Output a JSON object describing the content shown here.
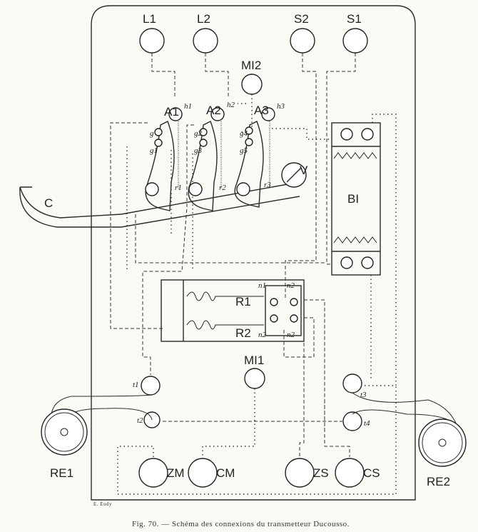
{
  "figure": {
    "caption": "Fig. 70. — Schéma des connexions du transmetteur Ducousso.",
    "signature": "E. Eudy"
  },
  "terminals_top": [
    "L1",
    "L2",
    "S2",
    "S1"
  ],
  "mi": {
    "top": "MI2",
    "bottom": "MI1"
  },
  "levers": {
    "armatures": [
      "A1",
      "A2",
      "A3"
    ],
    "screws": [
      "h1",
      "h2",
      "h3"
    ],
    "contacts": [
      "g",
      "g1",
      "g2",
      "g3",
      "g4",
      "g5"
    ],
    "springs": [
      "r1",
      "r2",
      "r3"
    ],
    "pivot": "V",
    "crank": "C"
  },
  "bi_block": "BI",
  "relay": {
    "coils": [
      "R1",
      "R2"
    ],
    "contacts": [
      "n1",
      "n2",
      "n2",
      "n2"
    ]
  },
  "bobbin_terminals": [
    "t1",
    "t2",
    "t3",
    "t4"
  ],
  "reels": [
    "RE1",
    "RE2"
  ],
  "terminals_bottom": [
    "ZM",
    "CM",
    "ZS",
    "CS"
  ]
}
